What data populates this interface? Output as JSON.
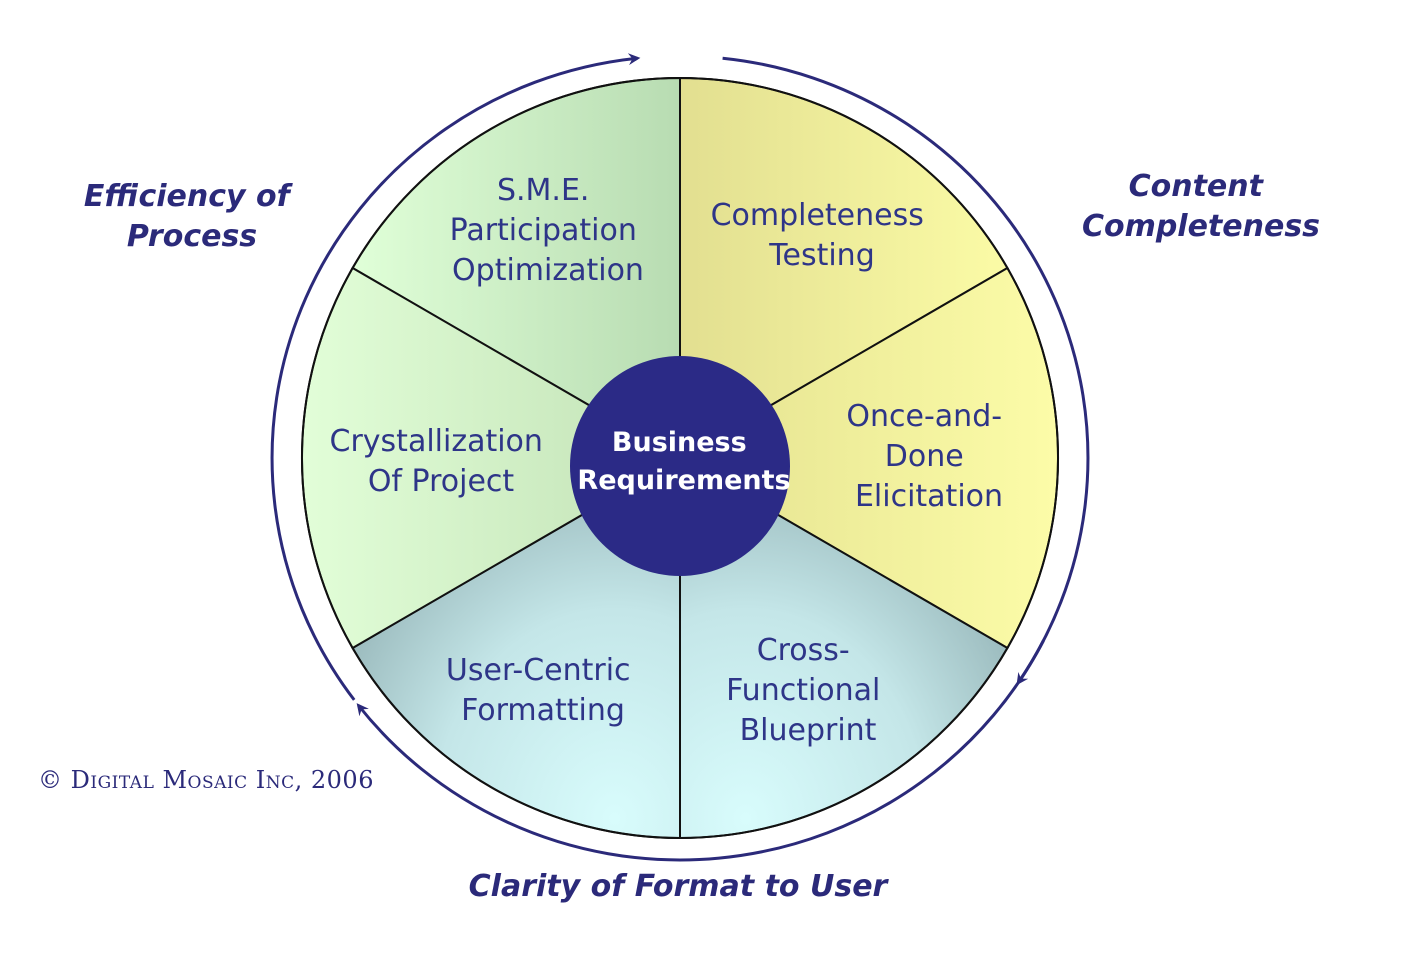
{
  "diagram": {
    "center": {
      "lines": [
        "Business",
        "Requirements"
      ]
    },
    "segments": [
      {
        "id": "sme",
        "lines": [
          "S.M.E.",
          "Participation",
          "Optimization"
        ]
      },
      {
        "id": "completeness-testing",
        "lines": [
          "Completeness",
          "Testing"
        ]
      },
      {
        "id": "once-and-done",
        "lines": [
          "Once-and-",
          "Done",
          "Elicitation"
        ]
      },
      {
        "id": "cross-functional",
        "lines": [
          "Cross-",
          "Functional",
          "Blueprint"
        ]
      },
      {
        "id": "user-centric",
        "lines": [
          "User-Centric",
          "Formatting"
        ]
      },
      {
        "id": "crystallization",
        "lines": [
          "Crystallization",
          "Of Project"
        ]
      }
    ],
    "outer_labels": {
      "efficiency": [
        "Efficiency of",
        "Process"
      ],
      "content": [
        "Content",
        "Completeness"
      ],
      "clarity": [
        "Clarity of Format to User"
      ]
    },
    "copyright": "© Digital Mosaic Inc, 2006",
    "colors": {
      "navy": "#2b2a7a",
      "center_fill": "#2b2a86",
      "green_light": "#e0ffd8",
      "green_dark": "#b8dcb2",
      "yellow_light": "#fbfba6",
      "yellow_dark": "#e2e08e",
      "cyan_light": "#d6fbfb",
      "cyan_dark": "#9ab8bb"
    }
  }
}
